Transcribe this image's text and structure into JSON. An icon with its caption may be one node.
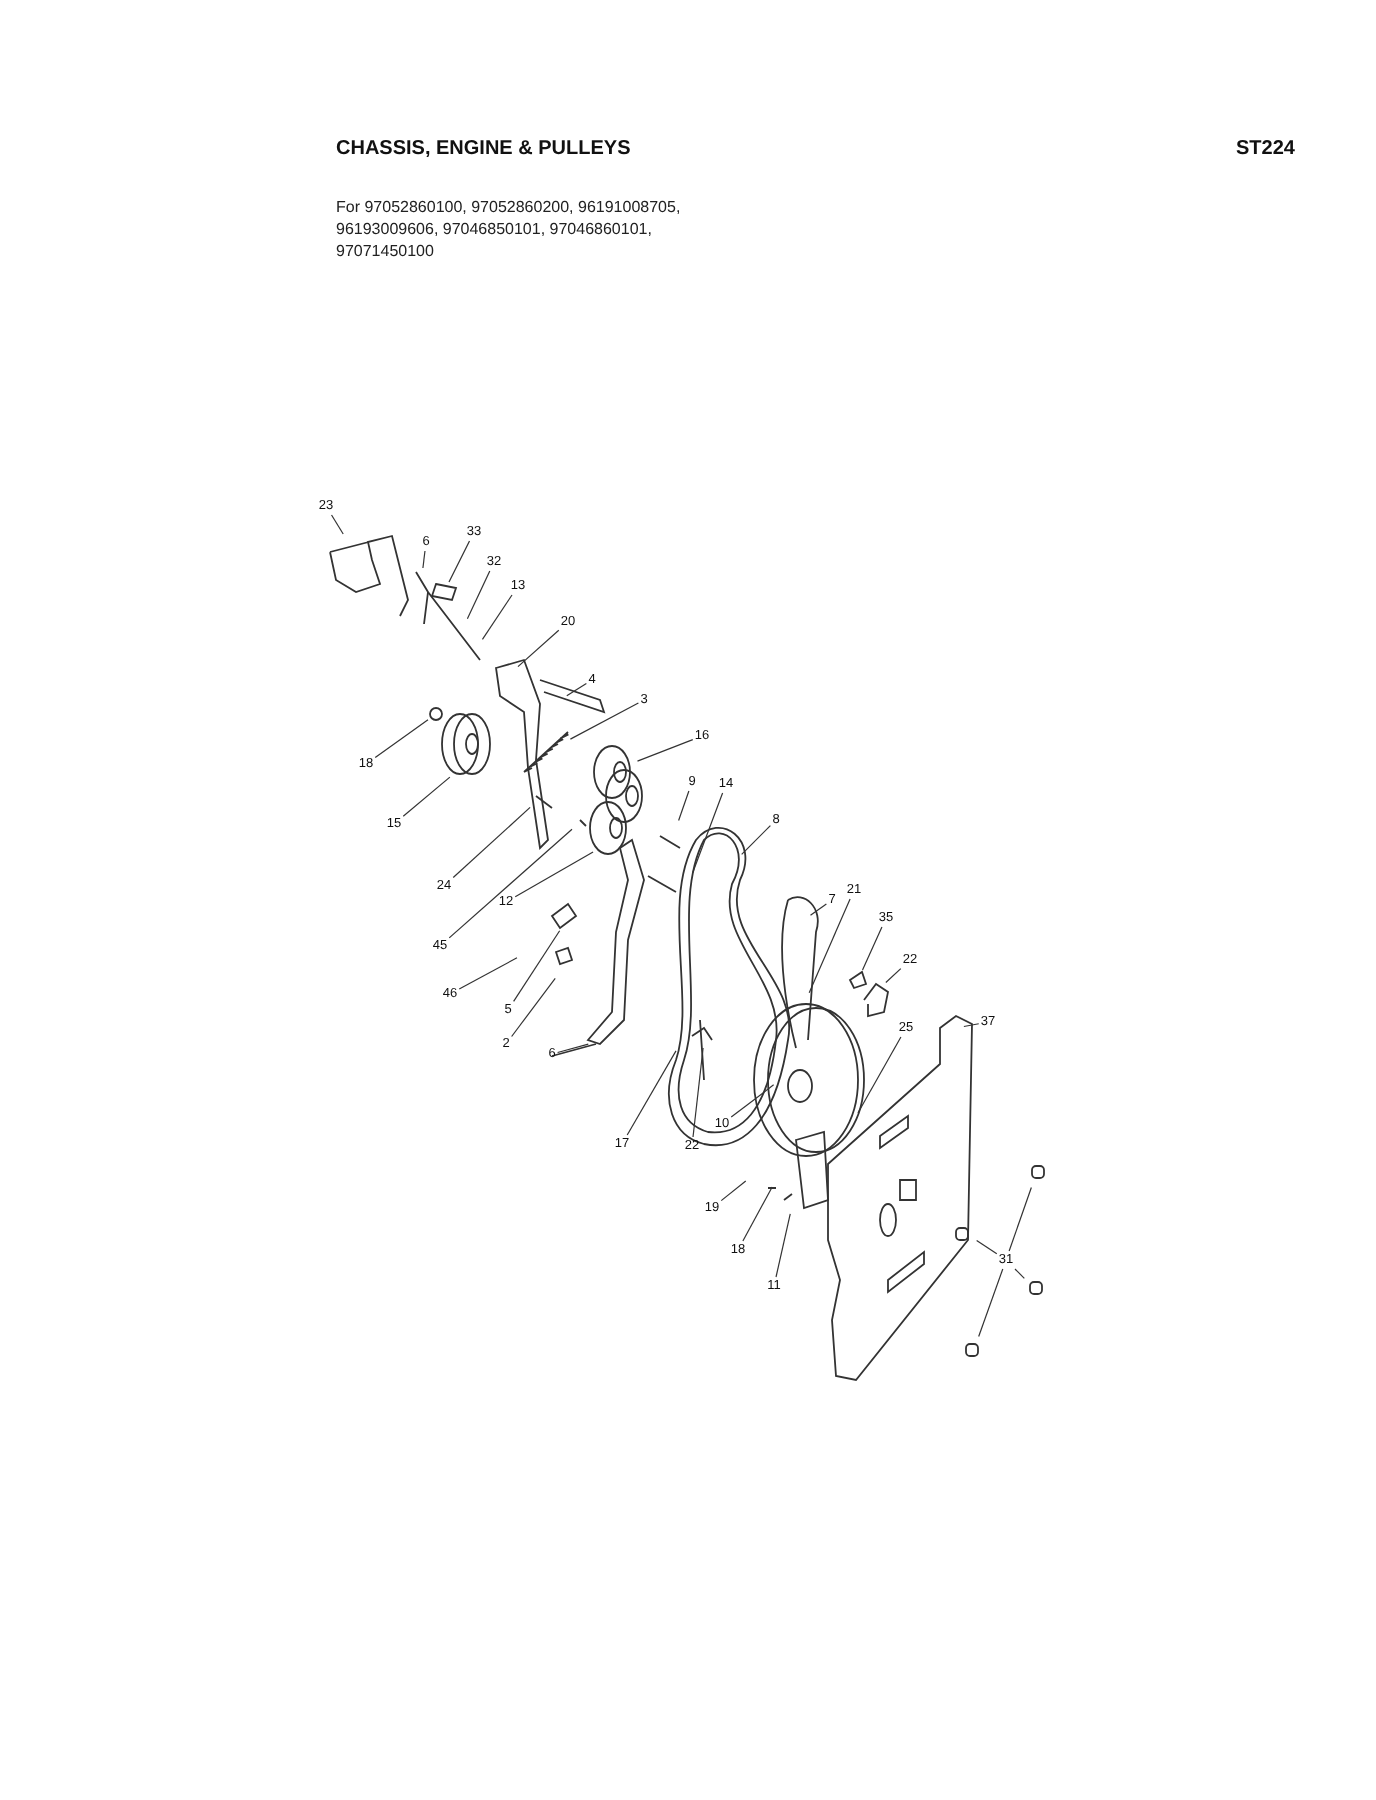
{
  "diagram": {
    "title": "CHASSIS, ENGINE & PULLEYS",
    "nodes": [
      {
        "text": [
          "23"
        ]
      },
      {
        "text": [
          "6"
        ]
      },
      {
        "text": [
          "33"
        ]
      },
      {
        "text": [
          "32"
        ]
      },
      {
        "text": [
          "13"
        ]
      },
      {
        "text": [
          "20"
        ]
      },
      {
        "text": [
          "4"
        ]
      },
      {
        "text": [
          "3"
        ]
      },
      {
        "text": [
          "16"
        ]
      },
      {
        "text": [
          "18"
        ]
      },
      {
        "text": [
          "9"
        ]
      },
      {
        "text": [
          "14"
        ]
      },
      {
        "text": [
          "15"
        ]
      },
      {
        "text": [
          "8"
        ]
      },
      {
        "text": [
          "24"
        ]
      },
      {
        "text": [
          "12"
        ]
      },
      {
        "text": [
          "21"
        ]
      },
      {
        "text": [
          "7"
        ]
      },
      {
        "text": [
          "45"
        ]
      },
      {
        "text": [
          "35"
        ]
      },
      {
        "text": [
          "22"
        ]
      },
      {
        "text": [
          "46"
        ]
      },
      {
        "text": [
          "5"
        ]
      },
      {
        "text": [
          "37"
        ]
      },
      {
        "text": [
          "25"
        ]
      },
      {
        "text": [
          "2"
        ]
      },
      {
        "text": [
          "6"
        ]
      },
      {
        "text": [
          "10"
        ]
      },
      {
        "text": [
          "17"
        ]
      },
      {
        "text": [
          "22"
        ]
      },
      {
        "text": [
          "19"
        ]
      },
      {
        "text": [
          "18"
        ]
      },
      {
        "text": [
          "31"
        ]
      },
      {
        "text": [
          "11"
        ]
      },
      {
        "text": [],
        "shape": "picture"
      },
      {
        "text": [],
        "shape": "picture"
      },
      {
        "text": [],
        "shape": "circle"
      },
      {
        "text": [],
        "shape": "picture"
      },
      {
        "text": [],
        "shape": "picture"
      }
    ],
    "edges": [
      {
        "from": 0,
        "to": 34,
        "arrow": "none"
      },
      {
        "from": 1,
        "to": null,
        "arrow": "none"
      },
      {
        "from": 2,
        "to": 38,
        "arrow": "none"
      },
      {
        "from": 3,
        "to": null,
        "arrow": "none"
      },
      {
        "from": 4,
        "to": null,
        "arrow": "none"
      },
      {
        "from": 5,
        "to": null,
        "arrow": "none"
      },
      {
        "from": 6,
        "to": null,
        "arrow": "none"
      },
      {
        "from": 7,
        "to": 35,
        "arrow": "none"
      },
      {
        "from": 8,
        "to": null,
        "arrow": "none"
      },
      {
        "from": 9,
        "to": 36,
        "arrow": "none"
      },
      {
        "from": 10,
        "to": null,
        "arrow": "none"
      },
      {
        "from": 11,
        "to": null,
        "arrow": "none"
      },
      {
        "from": 12,
        "to": null,
        "arrow": "none"
      },
      {
        "from": 13,
        "to": null,
        "arrow": "none"
      },
      {
        "from": 14,
        "to": null,
        "arrow": "none"
      },
      {
        "from": 15,
        "to": null,
        "arrow": "none"
      },
      {
        "from": 16,
        "to": null,
        "arrow": "none"
      },
      {
        "from": 17,
        "to": null,
        "arrow": "none"
      },
      {
        "from": 18,
        "to": null,
        "arrow": "none"
      },
      {
        "from": 19,
        "to": 37,
        "arrow": "none"
      },
      {
        "from": 20,
        "to": null,
        "arrow": "none"
      },
      {
        "from": 21,
        "to": null,
        "arrow": "none"
      },
      {
        "from": 22,
        "to": null,
        "arrow": "none"
      },
      {
        "from": 23,
        "to": null,
        "arrow": "none"
      },
      {
        "from": 24,
        "to": null,
        "arrow": "none"
      },
      {
        "from": 25,
        "to": null,
        "arrow": "none"
      },
      {
        "from": 26,
        "to": null,
        "arrow": "none"
      },
      {
        "from": 27,
        "to": null,
        "arrow": "none"
      },
      {
        "from": 28,
        "to": null,
        "arrow": "none"
      },
      {
        "from": 29,
        "to": null,
        "arrow": "none"
      },
      {
        "from": 30,
        "to": null,
        "arrow": "none"
      },
      {
        "from": 31,
        "to": null,
        "arrow": "none"
      },
      {
        "from": 32,
        "to": null,
        "arrow": "none"
      },
      {
        "from": 32,
        "to": null,
        "arrow": "none"
      },
      {
        "from": 32,
        "to": null,
        "arrow": "none"
      },
      {
        "from": 32,
        "to": null,
        "arrow": "none"
      },
      {
        "from": 33,
        "to": null,
        "arrow": "none"
      }
    ],
    "labels": [
      "ST224",
      "For 97052860100, 97052860200, 96191008705, 96193009606, 97046850101, 97046860101, 97071450100"
    ]
  }
}
